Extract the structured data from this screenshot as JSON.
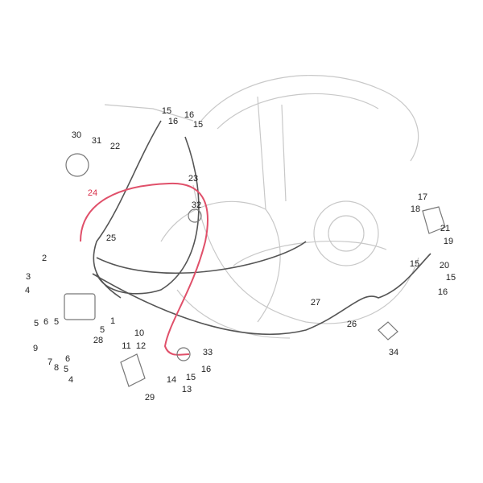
{
  "colors": {
    "linework": "#c8c8c8",
    "cables": "#555555",
    "highlight": "#e0506a",
    "labels": "#222222"
  },
  "callouts": [
    {
      "id": "30",
      "text": "30"
    },
    {
      "id": "31",
      "text": "31"
    },
    {
      "id": "22",
      "text": "22"
    },
    {
      "id": "15a",
      "text": "15"
    },
    {
      "id": "16a",
      "text": "16"
    },
    {
      "id": "16b",
      "text": "16"
    },
    {
      "id": "15b",
      "text": "15"
    },
    {
      "id": "23",
      "text": "23"
    },
    {
      "id": "24",
      "text": "24",
      "highlight": true
    },
    {
      "id": "32",
      "text": "32"
    },
    {
      "id": "25",
      "text": "25"
    },
    {
      "id": "2",
      "text": "2"
    },
    {
      "id": "3",
      "text": "3"
    },
    {
      "id": "4a",
      "text": "4"
    },
    {
      "id": "5a",
      "text": "5"
    },
    {
      "id": "6a",
      "text": "6"
    },
    {
      "id": "5b",
      "text": "5"
    },
    {
      "id": "1",
      "text": "1"
    },
    {
      "id": "5c",
      "text": "5"
    },
    {
      "id": "28",
      "text": "28"
    },
    {
      "id": "9",
      "text": "9"
    },
    {
      "id": "7",
      "text": "7"
    },
    {
      "id": "8",
      "text": "8"
    },
    {
      "id": "6b",
      "text": "6"
    },
    {
      "id": "5d",
      "text": "5"
    },
    {
      "id": "4b",
      "text": "4"
    },
    {
      "id": "10",
      "text": "10"
    },
    {
      "id": "11",
      "text": "11"
    },
    {
      "id": "12",
      "text": "12"
    },
    {
      "id": "33",
      "text": "33"
    },
    {
      "id": "15c",
      "text": "15"
    },
    {
      "id": "16c",
      "text": "16"
    },
    {
      "id": "14",
      "text": "14"
    },
    {
      "id": "13",
      "text": "13"
    },
    {
      "id": "29",
      "text": "29"
    },
    {
      "id": "27",
      "text": "27"
    },
    {
      "id": "26",
      "text": "26"
    },
    {
      "id": "34",
      "text": "34"
    },
    {
      "id": "17",
      "text": "17"
    },
    {
      "id": "18",
      "text": "18"
    },
    {
      "id": "21",
      "text": "21"
    },
    {
      "id": "19",
      "text": "19"
    },
    {
      "id": "15d",
      "text": "15"
    },
    {
      "id": "20",
      "text": "20"
    },
    {
      "id": "15e",
      "text": "15"
    },
    {
      "id": "16d",
      "text": "16"
    }
  ]
}
